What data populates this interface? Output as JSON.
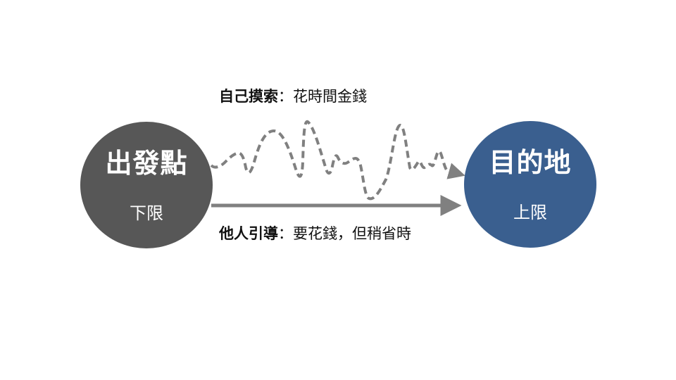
{
  "start": {
    "title": "出發點",
    "subtitle": "下限",
    "color": "#575757"
  },
  "end": {
    "title": "目的地",
    "subtitle": "上限",
    "color": "#3a5f8f"
  },
  "paths": {
    "self_explore": {
      "lead": "自己摸索",
      "detail": "：花時間金錢",
      "style": "dashed-wavy",
      "color": "#808080"
    },
    "guided": {
      "lead": "他人引導",
      "detail": "：要花錢，但稍省時",
      "style": "solid-straight",
      "color": "#808080"
    }
  }
}
